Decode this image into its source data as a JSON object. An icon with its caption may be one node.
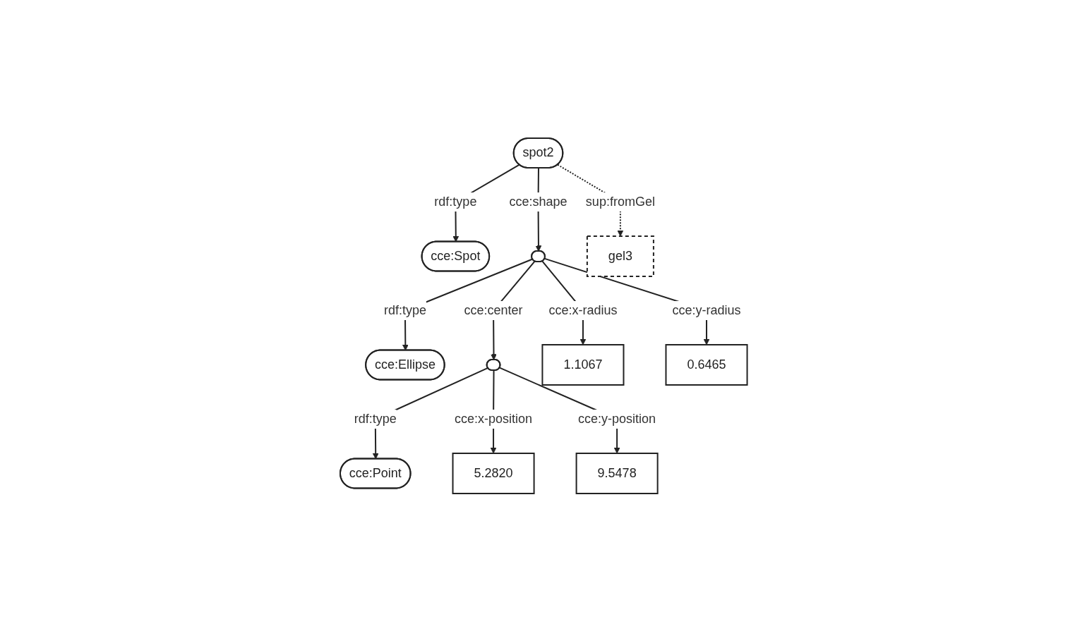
{
  "diagram": {
    "nodes": [
      {
        "text": [
          "cce:Spot"
        ]
      },
      {
        "text": [
          "cce:Ellipse"
        ]
      },
      {
        "text": [
          "cce:Point"
        ]
      },
      {
        "text": [
          "spot2"
        ]
      },
      {
        "text": [],
        "shape": "ellipse"
      },
      {
        "text": [],
        "shape": "ellipse"
      },
      {
        "text": [
          "gel3"
        ]
      },
      {
        "text": [
          "1.1067"
        ]
      },
      {
        "text": [
          "0.6465"
        ]
      },
      {
        "text": [
          "5.2820"
        ]
      },
      {
        "text": [
          "9.5478"
        ]
      }
    ],
    "edges": [
      {
        "from": 3,
        "to": 0,
        "arrow": "to",
        "label": "rdf:type"
      },
      {
        "from": 4,
        "to": 1,
        "arrow": "to",
        "label": "rdf:type"
      },
      {
        "from": 5,
        "to": 2,
        "arrow": "to",
        "label": "rdf:type"
      },
      {
        "from": 3,
        "to": 4,
        "arrow": "to",
        "label": "cce:shape"
      },
      {
        "from": 4,
        "to": 5,
        "arrow": "to",
        "label": "cce:center"
      },
      {
        "from": 3,
        "to": 6,
        "arrow": "to",
        "label": "sup:fromGel",
        "style": "dashed"
      },
      {
        "from": 4,
        "to": 7,
        "arrow": "to",
        "label": "cce:x-radius"
      },
      {
        "from": 4,
        "to": 8,
        "arrow": "to",
        "label": "cce:y-radius"
      },
      {
        "from": 5,
        "to": 9,
        "arrow": "to",
        "label": "cce:x-position"
      },
      {
        "from": 5,
        "to": 10,
        "arrow": "to",
        "label": "cce:y-position"
      }
    ]
  }
}
